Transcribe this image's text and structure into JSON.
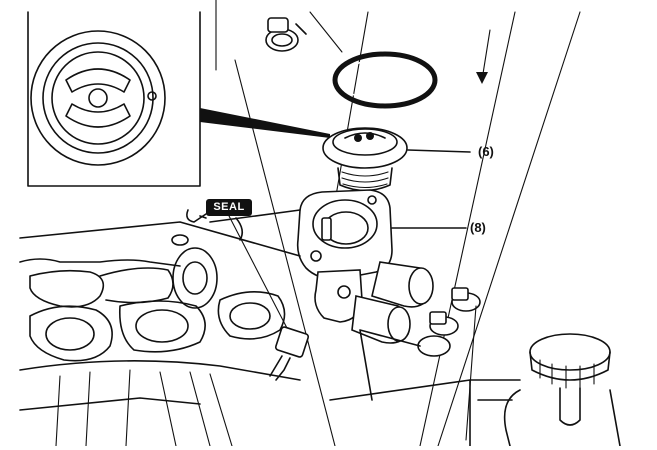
{
  "diagram": {
    "callouts": [
      {
        "id": "thermostat",
        "label": "(6)"
      },
      {
        "id": "thermostat-housing",
        "label": "(8)"
      }
    ],
    "seal_tag": "SEAL"
  }
}
